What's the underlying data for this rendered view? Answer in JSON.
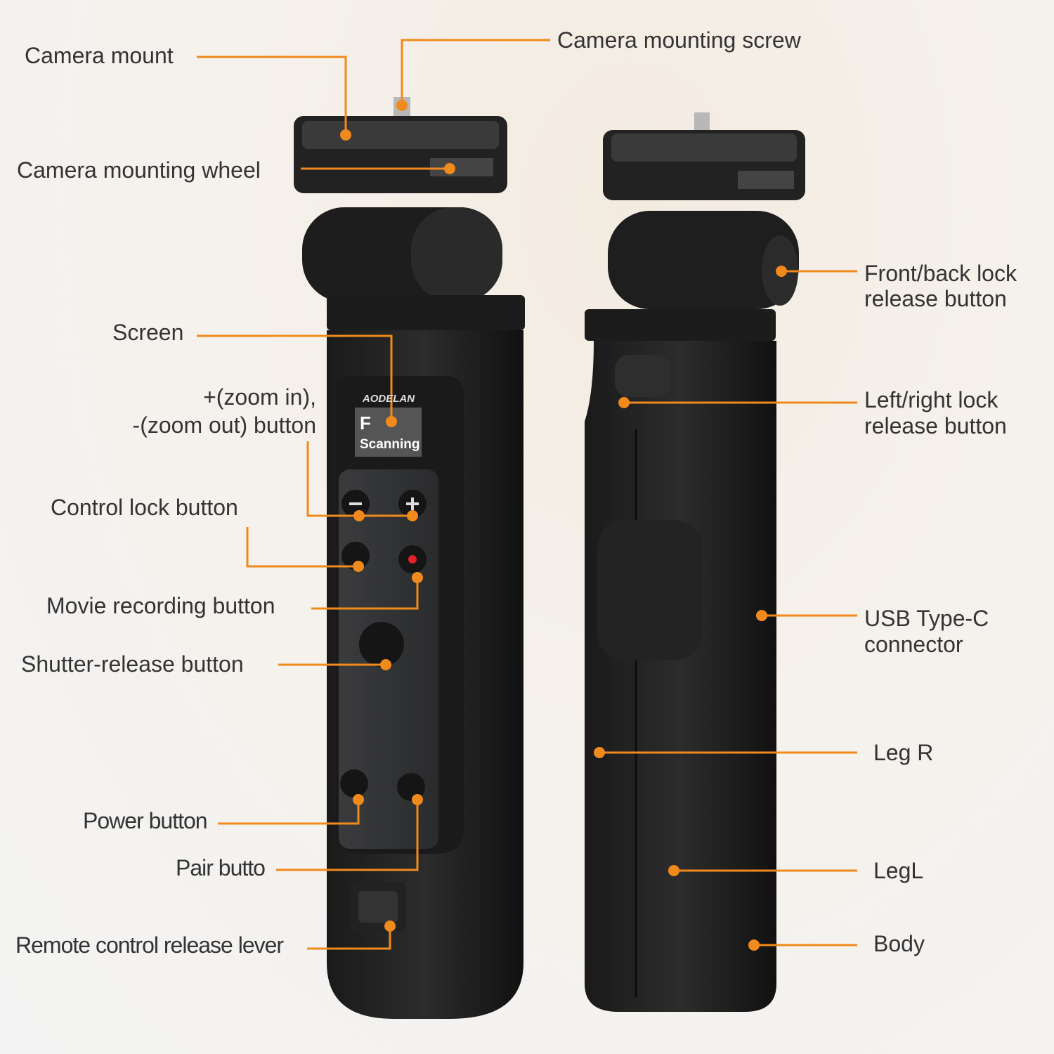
{
  "brand": "AODELAN",
  "screen": {
    "mode": "F",
    "status": "Scanning"
  },
  "accent_color": "#f08a1c",
  "labels": {
    "camera_mount": "Camera mount",
    "camera_mounting_screw": "Camera mounting screw",
    "camera_mounting_wheel": "Camera mounting wheel",
    "screen": "Screen",
    "zoom_in": "+(zoom in),",
    "zoom_out": "-(zoom out) button",
    "control_lock": "Control lock button",
    "movie_recording": "Movie recording button",
    "shutter_release": "Shutter-release button",
    "power": "Power button",
    "pair": "Pair butto",
    "remote_release": "Remote control release lever",
    "front_back_1": "Front/back lock",
    "front_back_2": "release button",
    "left_right_1": "Left/right lock",
    "left_right_2": "release button",
    "usb_1": "USB Type-C",
    "usb_2": "connector",
    "leg_r": "Leg R",
    "leg_l": "LegL",
    "body": "Body"
  }
}
